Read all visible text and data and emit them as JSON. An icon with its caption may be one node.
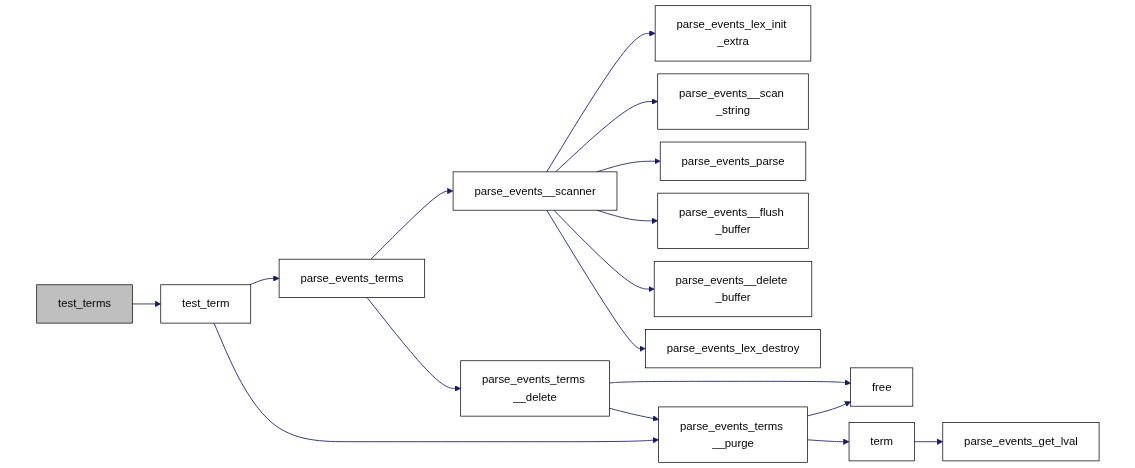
{
  "diagram": {
    "nodes": [
      {
        "text": [
          "test_terms"
        ]
      },
      {
        "text": [
          "test_term"
        ]
      },
      {
        "text": [
          "parse_events_terms"
        ]
      },
      {
        "text": [
          "parse_events__scanner"
        ]
      },
      {
        "text": [
          "parse_events_lex_init _extra"
        ]
      },
      {
        "text": [
          "parse_events__scan _string"
        ]
      },
      {
        "text": [
          "parse_events_parse"
        ]
      },
      {
        "text": [
          "parse_events__flush _buffer"
        ]
      },
      {
        "text": [
          "parse_events__delete _buffer"
        ]
      },
      {
        "text": [
          "parse_events_lex_destroy"
        ]
      },
      {
        "text": [
          "parse_events_terms __delete"
        ]
      },
      {
        "text": [
          "free"
        ]
      },
      {
        "text": [
          "parse_events_terms __purge"
        ]
      },
      {
        "text": [
          "term"
        ]
      },
      {
        "text": [
          "parse_events_get_lval"
        ]
      }
    ],
    "edges": [
      {
        "from": 0,
        "to": 1,
        "arrow": "to"
      },
      {
        "from": 1,
        "to": 2,
        "arrow": "to"
      },
      {
        "from": 1,
        "to": 12,
        "arrow": "to"
      },
      {
        "from": 2,
        "to": 3,
        "arrow": "to"
      },
      {
        "from": 2,
        "to": 10,
        "arrow": "to"
      },
      {
        "from": 3,
        "to": 4,
        "arrow": "to"
      },
      {
        "from": 3,
        "to": 5,
        "arrow": "to"
      },
      {
        "from": 3,
        "to": 6,
        "arrow": "to"
      },
      {
        "from": 3,
        "to": 7,
        "arrow": "to"
      },
      {
        "from": 3,
        "to": 8,
        "arrow": "to"
      },
      {
        "from": 3,
        "to": 9,
        "arrow": "to"
      },
      {
        "from": 10,
        "to": 11,
        "arrow": "to"
      },
      {
        "from": 10,
        "to": 12,
        "arrow": "to"
      },
      {
        "from": 12,
        "to": 11,
        "arrow": "to"
      },
      {
        "from": 12,
        "to": 13,
        "arrow": "to"
      },
      {
        "from": 13,
        "to": 14,
        "arrow": "to"
      }
    ]
  }
}
